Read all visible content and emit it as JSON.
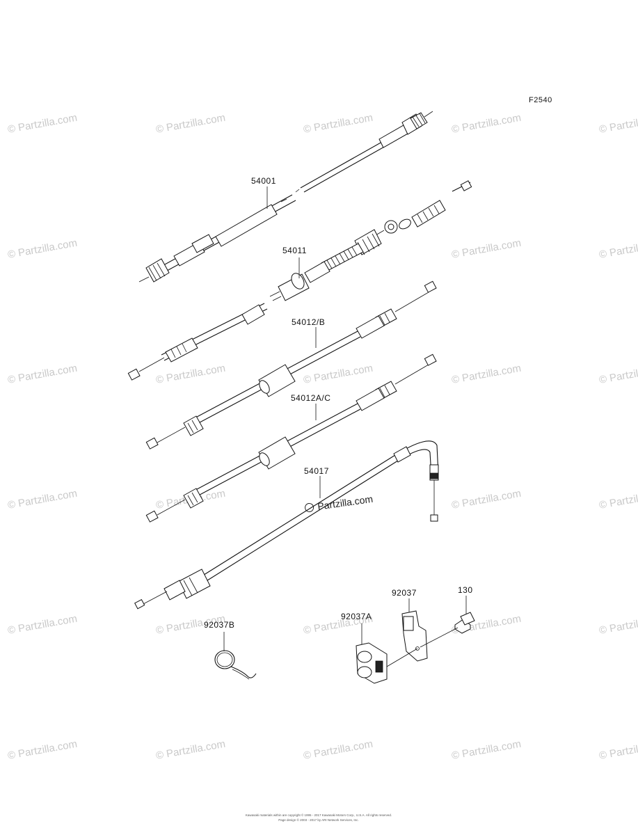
{
  "figure_code": "F2540",
  "watermark": "© Partzilla.com",
  "watermark_center": "Partzilla.com",
  "parts": [
    {
      "number": "54001"
    },
    {
      "number": "54011"
    },
    {
      "number": "54012/B"
    },
    {
      "number": "54012A/C"
    },
    {
      "number": "54017"
    },
    {
      "number": "92037B"
    },
    {
      "number": "92037A"
    },
    {
      "number": "92037"
    },
    {
      "number": "130"
    }
  ],
  "copyright": {
    "line1": "Kawasaki materials within are copyright © 1995 - 2017 Kawasaki Motors Corp., U.S.A. All rights reserved.",
    "line2": "Page design © 2003 - 2017 by ARI Network Services, Inc."
  }
}
